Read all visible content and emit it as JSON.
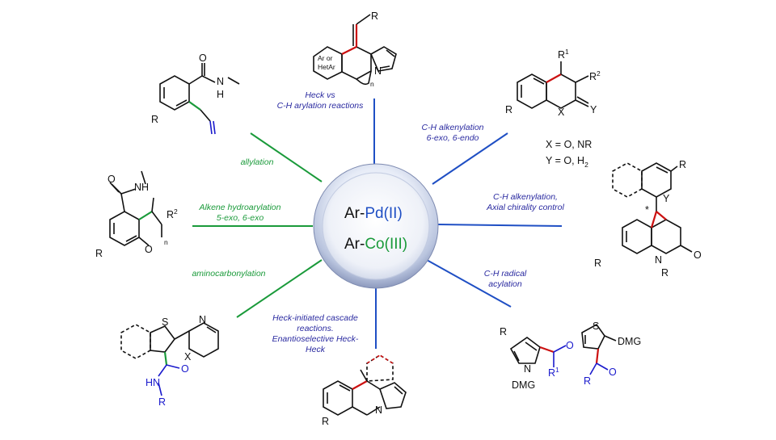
{
  "hub": {
    "pd_prefix": "Ar-",
    "pd_metal": "Pd(II)",
    "co_prefix": "Ar-",
    "co_metal": "Co(III)",
    "colors": {
      "pd": "#1f4fc4",
      "co": "#1a9a3a",
      "text": "#111111"
    }
  },
  "reactions": [
    {
      "lines": [
        "Heck vs",
        "C-H arylation reactions"
      ],
      "color": "blue"
    },
    {
      "lines": [
        "C-H alkenylation",
        "6-exo, 6-endo"
      ],
      "color": "blue"
    },
    {
      "lines": [
        "C-H alkenylation,",
        "Axial chirality control"
      ],
      "color": "blue"
    },
    {
      "lines": [
        "C-H  radical",
        "acylation"
      ],
      "color": "blue"
    },
    {
      "lines": [
        "Heck-initiated cascade",
        "reactions.",
        "Enantioselective Heck-",
        "Heck"
      ],
      "color": "blue"
    },
    {
      "lines": [
        "aminocarbonylation"
      ],
      "color": "green"
    },
    {
      "lines": [
        "Alkene hydroarylation",
        "5-exo, 6-exo"
      ],
      "color": "green"
    },
    {
      "lines": [
        "allylation"
      ],
      "color": "green"
    }
  ],
  "structures": {
    "top": {
      "ring_label_1": "Ar or",
      "ring_label_2": "HetAr",
      "r": "R",
      "n_sub": "n",
      "n_atom": "N"
    },
    "topright": {
      "r1": "R",
      "r1_sup": "1",
      "r2": "R",
      "r2_sup": "2",
      "r": "R",
      "x": "X",
      "y": "Y",
      "cond1": "X = O, NR",
      "cond2": "Y = O, H",
      "cond2_sub": "2"
    },
    "right": {
      "r_top": "R",
      "y": "Y",
      "star": "*",
      "o": "O",
      "n": "N",
      "r_n": "R",
      "r_left": "R"
    },
    "bottomright": {
      "r": "R",
      "n": "N",
      "dmg1": "DMG",
      "o1": "O",
      "r1": "R",
      "r1_sup": "1",
      "s": "S",
      "dmg2": "DMG",
      "o2": "O",
      "r2": "R"
    },
    "bottom": {
      "r": "R",
      "n": "N"
    },
    "bottomleft": {
      "s": "S",
      "n": "N",
      "x": "X",
      "o": "O",
      "hn": "HN",
      "r": "R"
    },
    "left": {
      "o_amide": "O",
      "nh": "NH",
      "r2": "R",
      "r2_sup": "2",
      "o": "O",
      "n_sub": "n",
      "r": "R"
    },
    "topleft": {
      "o": "O",
      "n": "N",
      "h": "H",
      "r": "R"
    }
  }
}
